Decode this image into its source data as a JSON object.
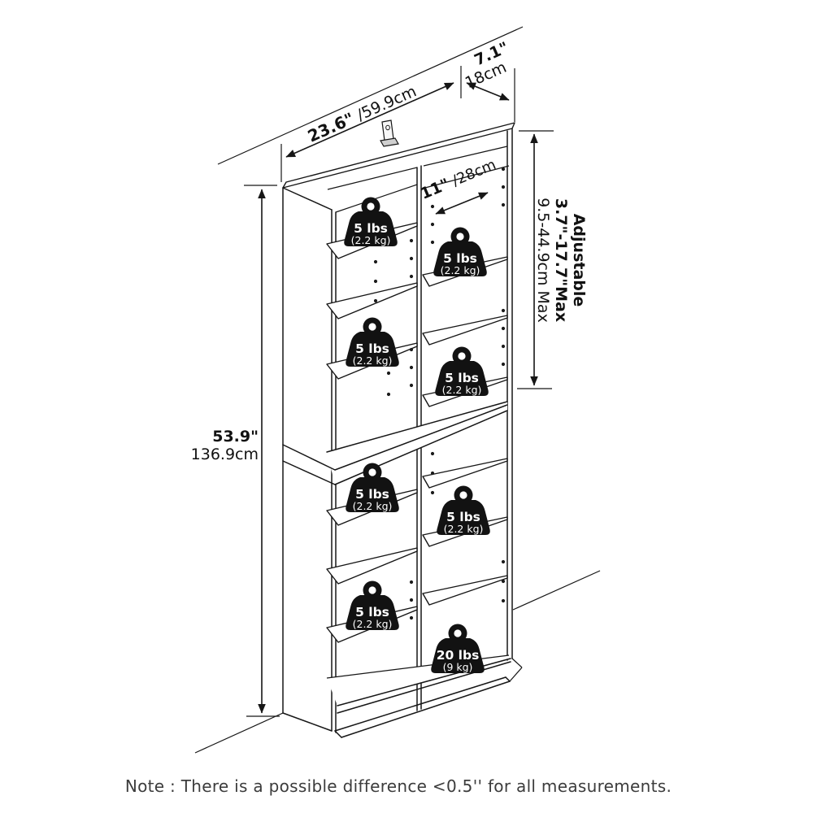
{
  "diagram": {
    "dimensions": {
      "width": {
        "imperial": "23.6\"",
        "metric": " /59.9cm"
      },
      "depth": {
        "imperial": "7.1\"",
        "metric": "18cm"
      },
      "inner_width": {
        "imperial": "11\"",
        "metric": " /28cm"
      },
      "height": {
        "imperial": "53.9\"",
        "metric": "136.9cm"
      },
      "adjustable": {
        "line1": "Adjustable",
        "line2": "3.7\"-17.7\"Max",
        "line3": "9.5-44.9cm Max"
      }
    },
    "weights": {
      "small": {
        "line1": "5 lbs",
        "line2": "(2.2 kg)"
      },
      "large": {
        "line1": "20 lbs",
        "line2": "(9 kg)"
      }
    },
    "note": "Note : There is a possible difference <0.5'' for all measurements.",
    "colors": {
      "line": "#161616",
      "weight_fill": "#121212",
      "background": "#ffffff"
    }
  }
}
